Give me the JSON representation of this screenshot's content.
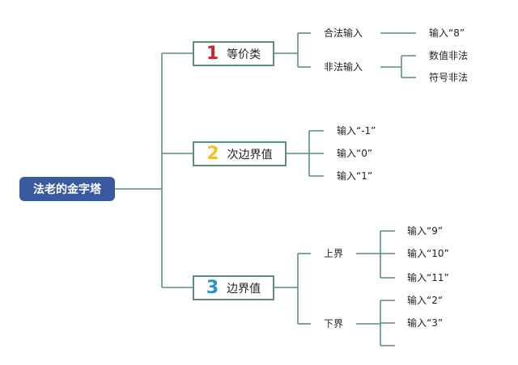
{
  "root": {
    "label": "法老的金字塔"
  },
  "branches": [
    {
      "number": "1",
      "color": "#d1232a",
      "label": "等价类",
      "children": [
        {
          "label": "合法输入",
          "children": [
            {
              "label": "输入“8”"
            }
          ]
        },
        {
          "label": "非法输入",
          "children": [
            {
              "label": "数值非法"
            },
            {
              "label": "符号非法"
            }
          ]
        }
      ]
    },
    {
      "number": "2",
      "color": "#f2c31c",
      "label": "次边界值",
      "children": [
        {
          "label": "输入“-1”"
        },
        {
          "label": "输入“0”"
        },
        {
          "label": "输入“1”"
        }
      ]
    },
    {
      "number": "3",
      "color": "#2a8fd6",
      "label": "边界值",
      "children": [
        {
          "label": "上界",
          "children": [
            {
              "label": "输入“9”"
            },
            {
              "label": "输入“10”"
            },
            {
              "label": "输入“11”"
            }
          ]
        },
        {
          "label": "下界",
          "children": [
            {
              "label": "输入“2“"
            },
            {
              "label": "输入“3”"
            }
          ]
        }
      ]
    }
  ],
  "colors": {
    "line": "#5a8f7b",
    "root_fill": "#3a5aa0"
  }
}
